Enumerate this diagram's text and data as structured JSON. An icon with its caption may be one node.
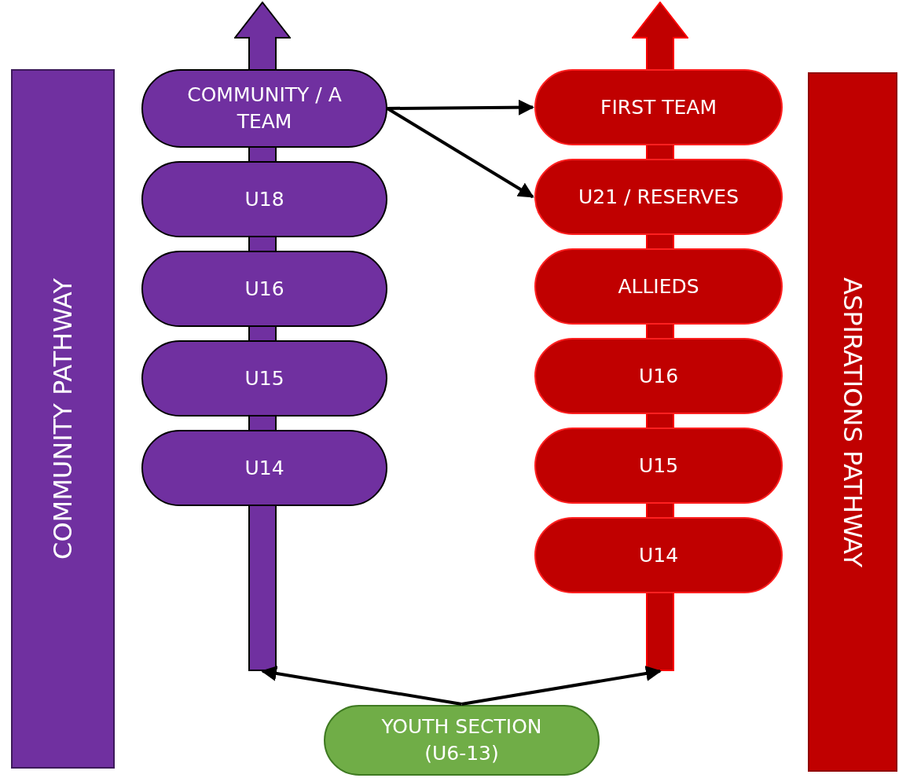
{
  "diagram": {
    "nodes": [
      {
        "text": [
          "COMMUNITY PATHWAY"
        ]
      },
      {
        "text": [],
        "shape": "arrow"
      },
      {
        "text": [
          "COMMUNITY / A TEAM"
        ]
      },
      {
        "text": [
          "U18"
        ]
      },
      {
        "text": [
          "U16"
        ]
      },
      {
        "text": [
          "U15"
        ]
      },
      {
        "text": [
          "U14"
        ]
      },
      {
        "text": [],
        "shape": "arrow"
      },
      {
        "text": [
          "FIRST TEAM"
        ]
      },
      {
        "text": [
          "U21 / RESERVES"
        ]
      },
      {
        "text": [
          "ALLIEDS"
        ]
      },
      {
        "text": [
          "U16"
        ]
      },
      {
        "text": [
          "U15"
        ]
      },
      {
        "text": [
          "U14"
        ]
      },
      {
        "text": [
          "ASPIRATIONS PATHWAY"
        ]
      },
      {
        "text": [
          "YOUTH SECTION (U6-13)"
        ]
      }
    ],
    "edges": [
      {
        "from": 2,
        "to": 8,
        "arrow": "to"
      },
      {
        "from": 2,
        "to": 9,
        "arrow": "to"
      },
      {
        "from": 15,
        "to": 1,
        "arrow": "to"
      },
      {
        "from": 15,
        "to": 7,
        "arrow": "to"
      }
    ]
  }
}
